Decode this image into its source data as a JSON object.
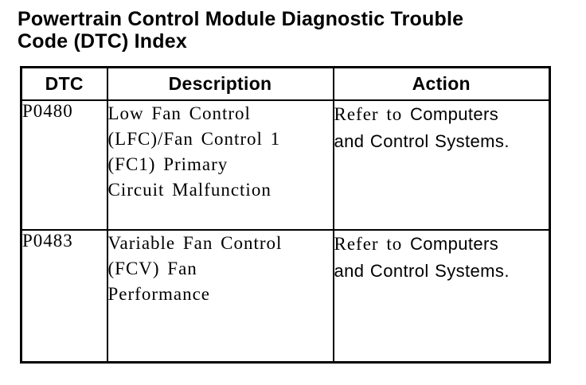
{
  "title": {
    "line1": "Powertrain Control Module Diagnostic Trouble",
    "line2": "Code (DTC) Index"
  },
  "table": {
    "headers": {
      "dtc": "DTC",
      "description": "Description",
      "action": "Action"
    },
    "rows": [
      {
        "dtc": "P0480",
        "description": "Low Fan Control\n(LFC)/Fan Control 1\n(FC1) Primary\nCircuit Malfunction",
        "action": {
          "prefix": "Refer to ",
          "link_line1": "Computers",
          "link_line2": "and Control Systems",
          "suffix": "."
        }
      },
      {
        "dtc": "P0483",
        "description": "Variable Fan Control\n(FCV) Fan\nPerformance",
        "action": {
          "prefix": "Refer to ",
          "link_line1": "Computers",
          "link_line2": "and Control Systems",
          "suffix": "."
        }
      }
    ]
  },
  "colors": {
    "background": "#ffffff",
    "text": "#000000",
    "border": "#000000"
  }
}
